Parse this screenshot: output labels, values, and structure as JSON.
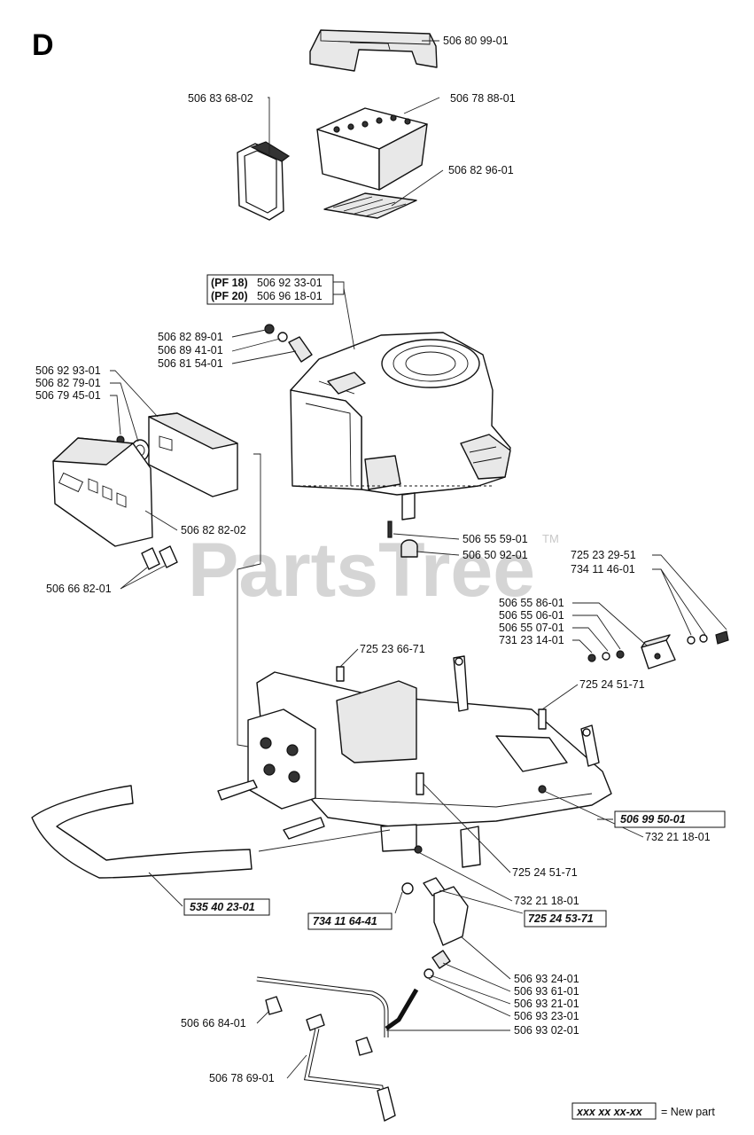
{
  "section_letter": "D",
  "watermark": {
    "text": "PartsTree",
    "trademark": "TM"
  },
  "legend": {
    "sample_part": "xxx xx xx-xx",
    "description": "= New part"
  },
  "labels": {
    "battery_cover": "506 80 99-01",
    "battery": "506 78 88-01",
    "battery_strap": "506 83 68-02",
    "battery_mat": "506 82 96-01",
    "engine_pf18_prefix": "(PF 18)",
    "engine_pf18": "506 92 33-01",
    "engine_pf20_prefix": "(PF 20)",
    "engine_pf20": "506 96 18-01",
    "nut_top": "506 82 89-01",
    "washer_top": "506 89 41-01",
    "spacer_top": "506 81 54-01",
    "muffler": "506 92 93-01",
    "gasket": "506 82 79-01",
    "bolt_muffler": "506 79 45-01",
    "muffler_shield": "506 82 82-02",
    "screw_shield": "506 66 82-01",
    "pin": "506 55 59-01",
    "bushing": "506 50 92-01",
    "bolt_right_1": "725 23 29-51",
    "washer_right": "734 11 46-01",
    "bracket_1": "506 55 86-01",
    "bracket_2": "506 55 06-01",
    "bracket_3": "506 55 07-01",
    "nut_right": "731 23 14-01",
    "bolt_frame_top": "725 23 66-71",
    "bolt_frame_right": "725 24 51-71",
    "frame": "506 99 50-01",
    "nut_frame_right": "732 21 18-01",
    "bolt_frame_mid": "725 24 51-71",
    "nut_frame_mid": "732 21 18-01",
    "bumper": "535 40 23-01",
    "washer_new": "734 11 64-41",
    "bolt_new": "725 24 53-71",
    "fuel_filter": "506 93 24-01",
    "fuel_1": "506 93 61-01",
    "fuel_2": "506 93 21-01",
    "fuel_3": "506 93 23-01",
    "fuel_4": "506 93 02-01",
    "clamp": "506 66 84-01",
    "fuel_line": "506 78 69-01"
  }
}
